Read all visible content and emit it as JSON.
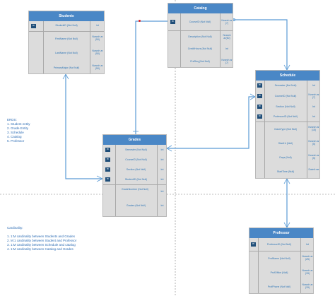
{
  "entities": {
    "students": {
      "title": "Students",
      "fields": [
        {
          "key": "PK",
          "name": "StudentID (Not Null)",
          "type": "int"
        },
        {
          "key": "",
          "name": "FirstName (Not Null)",
          "type": "Nvarch ar (50)"
        },
        {
          "key": "",
          "name": "LastName (Not Null)",
          "type": "Nvarch ar (50)"
        },
        {
          "key": "",
          "name": "PrimaryMajor (Not Null)",
          "type": "Nvarch ar (50)"
        }
      ]
    },
    "catalog": {
      "title": "Catalog",
      "fields": [
        {
          "key": "PK",
          "name": "CourseID (Not Null)",
          "type": "Nvarch ar (7)"
        },
        {
          "key": "",
          "name": "Description (Not Null)",
          "type": "Nvarch ar(50)"
        },
        {
          "key": "",
          "name": "CreditHours (Not Null)",
          "type": "int"
        },
        {
          "key": "",
          "name": "PreReq (Not Null)",
          "type": "Nvarch ar (7)"
        }
      ]
    },
    "schedule": {
      "title": "Schedule",
      "fields": [
        {
          "key": "PK",
          "name": "Semester (Not Null)",
          "type": "Int"
        },
        {
          "key": "PK",
          "name": "CourseID (Not Null)",
          "type": "Nvarch ar (7)"
        },
        {
          "key": "PK",
          "name": "Section (Not Null)",
          "type": "Int"
        },
        {
          "key": "FK",
          "name": "ProfessorID (Not Null)",
          "type": "Int"
        },
        {
          "key": "",
          "name": "ClassType (Not Null)",
          "type": "Nvarch ar (15)"
        },
        {
          "key": "",
          "name": "StartHr (Null)",
          "type": "Nvarch ar (5)"
        },
        {
          "key": "",
          "name": "Days (Null)",
          "type": "Nvarch ar (5)"
        },
        {
          "key": "",
          "name": "StartTime (Null)",
          "type": "Dateti me"
        }
      ]
    },
    "grades": {
      "title": "Grades",
      "fields": [
        {
          "key": "PK",
          "name": "Semester (Not Null)",
          "type": "Int"
        },
        {
          "key": "PK",
          "name": "CourseID (Not Null)",
          "type": "Int"
        },
        {
          "key": "PK",
          "name": "Section (Not Null)",
          "type": "Int"
        },
        {
          "key": "PK",
          "name": "StudentID (Not Null)",
          "type": "Int"
        },
        {
          "key": "",
          "name": "GradeNumber (Not Null)",
          "type": "Int"
        },
        {
          "key": "",
          "name": "Grades (Not Null)",
          "type": "Int"
        }
      ]
    },
    "professor": {
      "title": "Professor",
      "fields": [
        {
          "key": "PK",
          "name": "ProfessorID (Not Null)",
          "type": "Int"
        },
        {
          "key": "",
          "name": "ProfName (Not Null)",
          "type": "Nvarch ar (25)"
        },
        {
          "key": "",
          "name": "ProfOffice (Null)",
          "type": "Nvarch ar (15)"
        },
        {
          "key": "",
          "name": "ProfPhone (Not Null)",
          "type": "Nvarch ar (15)"
        }
      ]
    }
  },
  "notes": {
    "erds": [
      "ERDS:",
      "1. Student entity",
      "2. Grade Entity",
      "3. Schedule",
      "4. Catalog",
      "5. Professor"
    ],
    "cardinality": [
      "Cardinality:",
      "",
      "1. 1:M cardinality between Students and Grades",
      "2. M:1 cardinality between Student and Professor",
      "3. 1:M cardinality between Schedule and catalog",
      "4. 1:M cardinality between Catalog and Grades"
    ]
  },
  "colors": {
    "header": "#4a87c6",
    "body": "#dcdcdc",
    "text": "#2e75b6",
    "key_badge": "#1f4e79",
    "connector": "#5b9bd5",
    "notes": "#2e6db4",
    "dot": "#e02020"
  }
}
